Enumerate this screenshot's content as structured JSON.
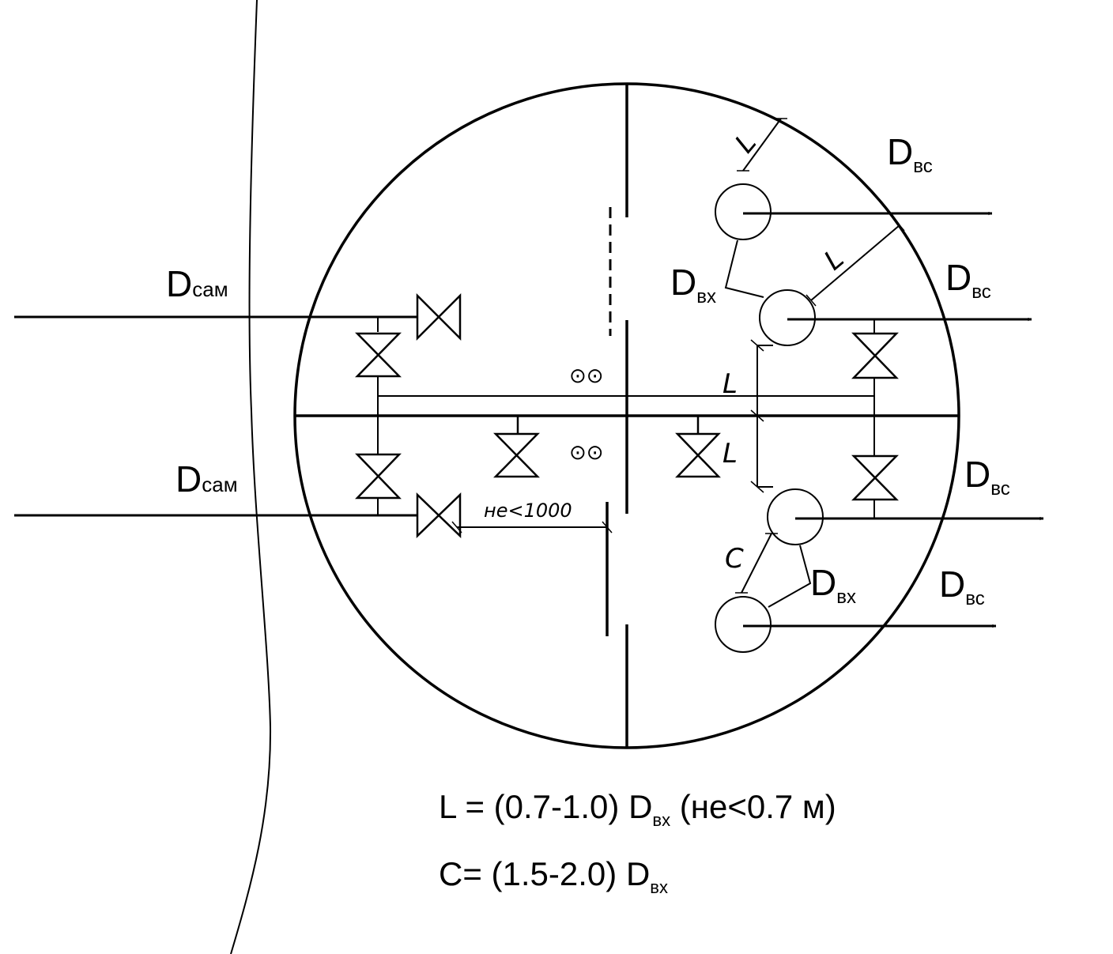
{
  "labels": {
    "d_sam": {
      "main": "D",
      "sub": "сам"
    },
    "d_vs": {
      "main": "D",
      "sub": "вс"
    },
    "d_vh": {
      "main": "D",
      "sub": "вх"
    },
    "dim_L": "L",
    "dim_C": "C",
    "min_dist": "не<1000",
    "pump_symbol": "⊙⊙"
  },
  "formulas": {
    "L": {
      "left": "L = (0.7-1.0) ",
      "D": "D",
      "sub": "вх",
      "right": " (не<0.7 м)"
    },
    "C": {
      "left": "C= (1.5-2.0) ",
      "D": "D",
      "sub": "вх"
    }
  },
  "colors": {
    "line": "#000000",
    "background": "#ffffff"
  }
}
